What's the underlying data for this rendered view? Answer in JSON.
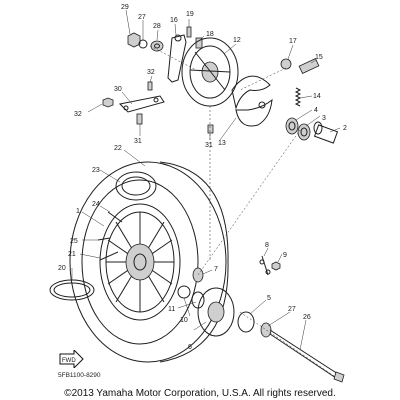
{
  "diagram": {
    "part_code": "5FB1100-8290",
    "copyright": "©2013 Yamaha Motor Corporation, U.S.A. All rights reserved.",
    "fwd_label": "FWD",
    "callouts": [
      {
        "id": "c29",
        "text": "29"
      },
      {
        "id": "c27a",
        "text": "27"
      },
      {
        "id": "c28",
        "text": "28"
      },
      {
        "id": "c16",
        "text": "16"
      },
      {
        "id": "c19",
        "text": "19"
      },
      {
        "id": "c18",
        "text": "18"
      },
      {
        "id": "c12",
        "text": "12"
      },
      {
        "id": "c17",
        "text": "17"
      },
      {
        "id": "c15",
        "text": "15"
      },
      {
        "id": "c32a",
        "text": "32"
      },
      {
        "id": "c30",
        "text": "30"
      },
      {
        "id": "c32b",
        "text": "32"
      },
      {
        "id": "c31a",
        "text": "31"
      },
      {
        "id": "c31b",
        "text": "31"
      },
      {
        "id": "c13",
        "text": "13"
      },
      {
        "id": "c14",
        "text": "14"
      },
      {
        "id": "c4",
        "text": "4"
      },
      {
        "id": "c3",
        "text": "3"
      },
      {
        "id": "c2",
        "text": "2"
      },
      {
        "id": "c22",
        "text": "22"
      },
      {
        "id": "c23",
        "text": "23"
      },
      {
        "id": "c1",
        "text": "1"
      },
      {
        "id": "c24",
        "text": "24"
      },
      {
        "id": "c25",
        "text": "25"
      },
      {
        "id": "c21",
        "text": "21"
      },
      {
        "id": "c20",
        "text": "20"
      },
      {
        "id": "c8",
        "text": "8"
      },
      {
        "id": "c9",
        "text": "9"
      },
      {
        "id": "c7",
        "text": "7"
      },
      {
        "id": "c5",
        "text": "5"
      },
      {
        "id": "c27b",
        "text": "27"
      },
      {
        "id": "c26",
        "text": "26"
      },
      {
        "id": "c11",
        "text": "11"
      },
      {
        "id": "c10",
        "text": "10"
      },
      {
        "id": "c6",
        "text": "6"
      }
    ]
  }
}
